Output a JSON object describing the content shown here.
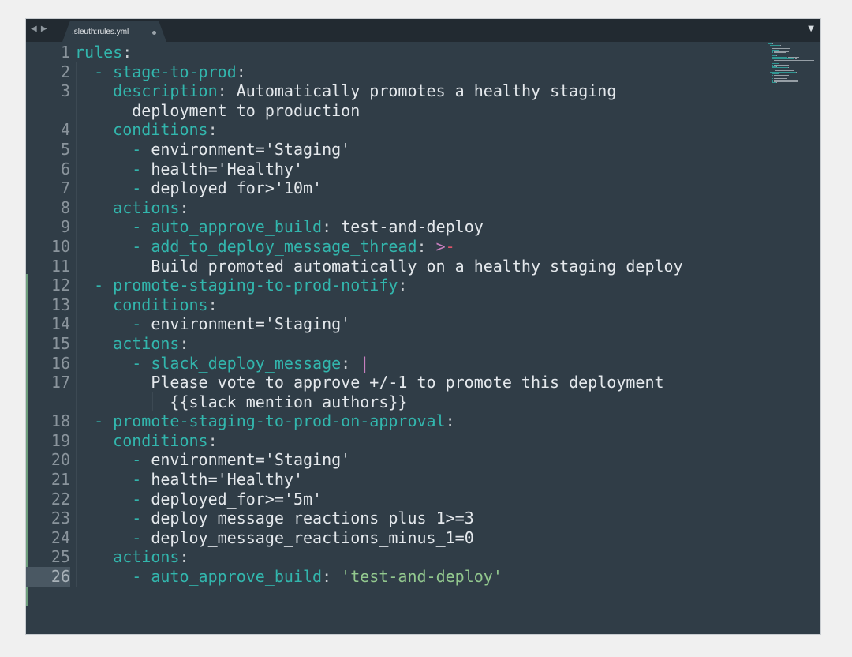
{
  "tabbar": {
    "nav_arrows": "◀ ▶",
    "tab_label": ".sleuth:rules.yml",
    "tab_modified_dot": "●",
    "menu_icon": "▼"
  },
  "colors": {
    "editor_bg": "#303d47",
    "tabbar_bg": "#222a31",
    "key": "#32b6ad",
    "text": "#e4e8ec",
    "string": "#93c98f",
    "block_indicator": "#c77fbf",
    "chomp_indicator": "#e0546a",
    "line_number": "#8a949c"
  },
  "editor": {
    "current_line": 26,
    "lines": [
      {
        "n": "1",
        "segments": [
          {
            "t": "rules",
            "c": "k"
          },
          {
            "t": ":",
            "c": "p"
          }
        ]
      },
      {
        "n": "2",
        "segments": [
          {
            "t": "  "
          },
          {
            "t": "- stage-to-prod",
            "c": "k"
          },
          {
            "t": ":",
            "c": "p"
          }
        ]
      },
      {
        "n": "3",
        "segments": [
          {
            "t": "    "
          },
          {
            "t": "description",
            "c": "k"
          },
          {
            "t": ":",
            "c": "p"
          },
          {
            "t": " Automatically promotes a healthy staging"
          }
        ]
      },
      {
        "n": "",
        "segments": [
          {
            "t": "      deployment to production"
          }
        ]
      },
      {
        "n": "4",
        "segments": [
          {
            "t": "    "
          },
          {
            "t": "conditions",
            "c": "k"
          },
          {
            "t": ":",
            "c": "p"
          }
        ]
      },
      {
        "n": "5",
        "segments": [
          {
            "t": "      "
          },
          {
            "t": "-",
            "c": "k"
          },
          {
            "t": " environment='Staging'"
          }
        ]
      },
      {
        "n": "6",
        "segments": [
          {
            "t": "      "
          },
          {
            "t": "-",
            "c": "k"
          },
          {
            "t": " health='Healthy'"
          }
        ]
      },
      {
        "n": "7",
        "segments": [
          {
            "t": "      "
          },
          {
            "t": "-",
            "c": "k"
          },
          {
            "t": " deployed_for>'10m'"
          }
        ]
      },
      {
        "n": "8",
        "segments": [
          {
            "t": "    "
          },
          {
            "t": "actions",
            "c": "k"
          },
          {
            "t": ":",
            "c": "p"
          }
        ]
      },
      {
        "n": "9",
        "segments": [
          {
            "t": "      "
          },
          {
            "t": "- auto_approve_build",
            "c": "k"
          },
          {
            "t": ":",
            "c": "p"
          },
          {
            "t": " test-and-deploy"
          }
        ]
      },
      {
        "n": "10",
        "segments": [
          {
            "t": "      "
          },
          {
            "t": "- add_to_deploy_message_thread",
            "c": "k"
          },
          {
            "t": ":",
            "c": "p"
          },
          {
            "t": " "
          },
          {
            "t": ">",
            "c": "op"
          },
          {
            "t": "-",
            "c": "red"
          }
        ]
      },
      {
        "n": "11",
        "segments": [
          {
            "t": "        Build promoted automatically on a healthy staging deploy"
          }
        ]
      },
      {
        "n": "12",
        "segments": [
          {
            "t": "  "
          },
          {
            "t": "- promote-staging-to-prod-notify",
            "c": "k"
          },
          {
            "t": ":",
            "c": "p"
          }
        ]
      },
      {
        "n": "13",
        "segments": [
          {
            "t": "    "
          },
          {
            "t": "conditions",
            "c": "k"
          },
          {
            "t": ":",
            "c": "p"
          }
        ]
      },
      {
        "n": "14",
        "segments": [
          {
            "t": "      "
          },
          {
            "t": "-",
            "c": "k"
          },
          {
            "t": " environment='Staging'"
          }
        ]
      },
      {
        "n": "15",
        "segments": [
          {
            "t": "    "
          },
          {
            "t": "actions",
            "c": "k"
          },
          {
            "t": ":",
            "c": "p"
          }
        ]
      },
      {
        "n": "16",
        "segments": [
          {
            "t": "      "
          },
          {
            "t": "- slack_deploy_message",
            "c": "k"
          },
          {
            "t": ":",
            "c": "p"
          },
          {
            "t": " "
          },
          {
            "t": "|",
            "c": "op"
          }
        ]
      },
      {
        "n": "17",
        "segments": [
          {
            "t": "        Please vote to approve +/-1 to promote this deployment"
          }
        ]
      },
      {
        "n": "",
        "segments": [
          {
            "t": "          {{slack_mention_authors}}"
          }
        ]
      },
      {
        "n": "18",
        "segments": [
          {
            "t": "  "
          },
          {
            "t": "- promote-staging-to-prod-on-approval",
            "c": "k"
          },
          {
            "t": ":",
            "c": "p"
          }
        ]
      },
      {
        "n": "19",
        "segments": [
          {
            "t": "    "
          },
          {
            "t": "conditions",
            "c": "k"
          },
          {
            "t": ":",
            "c": "p"
          }
        ]
      },
      {
        "n": "20",
        "segments": [
          {
            "t": "      "
          },
          {
            "t": "-",
            "c": "k"
          },
          {
            "t": " environment='Staging'"
          }
        ]
      },
      {
        "n": "21",
        "segments": [
          {
            "t": "      "
          },
          {
            "t": "-",
            "c": "k"
          },
          {
            "t": " health='Healthy'"
          }
        ]
      },
      {
        "n": "22",
        "segments": [
          {
            "t": "      "
          },
          {
            "t": "-",
            "c": "k"
          },
          {
            "t": " deployed_for>='5m'"
          }
        ]
      },
      {
        "n": "23",
        "segments": [
          {
            "t": "      "
          },
          {
            "t": "-",
            "c": "k"
          },
          {
            "t": " deploy_message_reactions_plus_1>=3"
          }
        ]
      },
      {
        "n": "24",
        "segments": [
          {
            "t": "      "
          },
          {
            "t": "-",
            "c": "k"
          },
          {
            "t": " deploy_message_reactions_minus_1=0"
          }
        ]
      },
      {
        "n": "25",
        "segments": [
          {
            "t": "    "
          },
          {
            "t": "actions",
            "c": "k"
          },
          {
            "t": ":",
            "c": "p"
          }
        ]
      },
      {
        "n": "26",
        "segments": [
          {
            "t": "      "
          },
          {
            "t": "- auto_approve_build",
            "c": "k"
          },
          {
            "t": ":",
            "c": "p"
          },
          {
            "t": " "
          },
          {
            "t": "'test-and-deploy'",
            "c": "s"
          }
        ]
      }
    ]
  }
}
